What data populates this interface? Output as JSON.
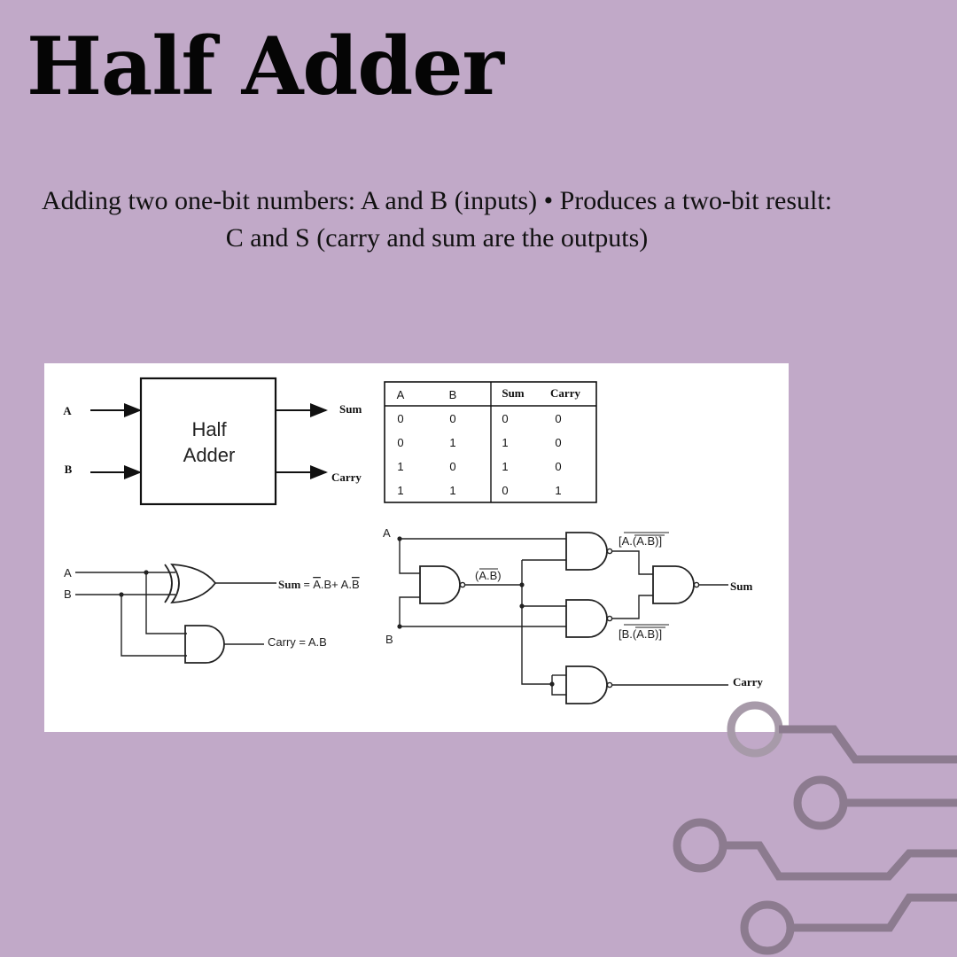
{
  "title": "Half Adder",
  "subtitle_line1": "Adding two one-bit numbers: A and B (inputs) • Produces a two-bit result:",
  "subtitle_line2": "C and S (carry and sum are the outputs)",
  "block": {
    "input_a": "A",
    "input_b": "B",
    "box_line1": "Half",
    "box_line2": "Adder",
    "out_sum": "Sum",
    "out_carry": "Carry"
  },
  "truth_table": {
    "headers": [
      "A",
      "B",
      "Sum",
      "Carry"
    ],
    "rows": [
      [
        "0",
        "0",
        "0",
        "0"
      ],
      [
        "0",
        "1",
        "1",
        "0"
      ],
      [
        "1",
        "0",
        "1",
        "0"
      ],
      [
        "1",
        "1",
        "0",
        "1"
      ]
    ]
  },
  "gate_circuit": {
    "label_a": "A",
    "label_b": "B",
    "sum_text": "Sum = ",
    "sum_t1": "A",
    "sum_t2": ".B+ A.",
    "sum_t3": "B",
    "carry_text": "Carry  = A.B"
  },
  "nand_circuit": {
    "label_a": "A",
    "label_b": "B",
    "ab_label": "(A.B)",
    "top_label": "[A.(A.B)]",
    "bot_label": "[B.(A.B)]",
    "sum": "Sum",
    "carry": "Carry"
  },
  "colors": {
    "background": "#c1a9c8",
    "panel": "#ffffff",
    "decoration": "#8c7b8f"
  }
}
